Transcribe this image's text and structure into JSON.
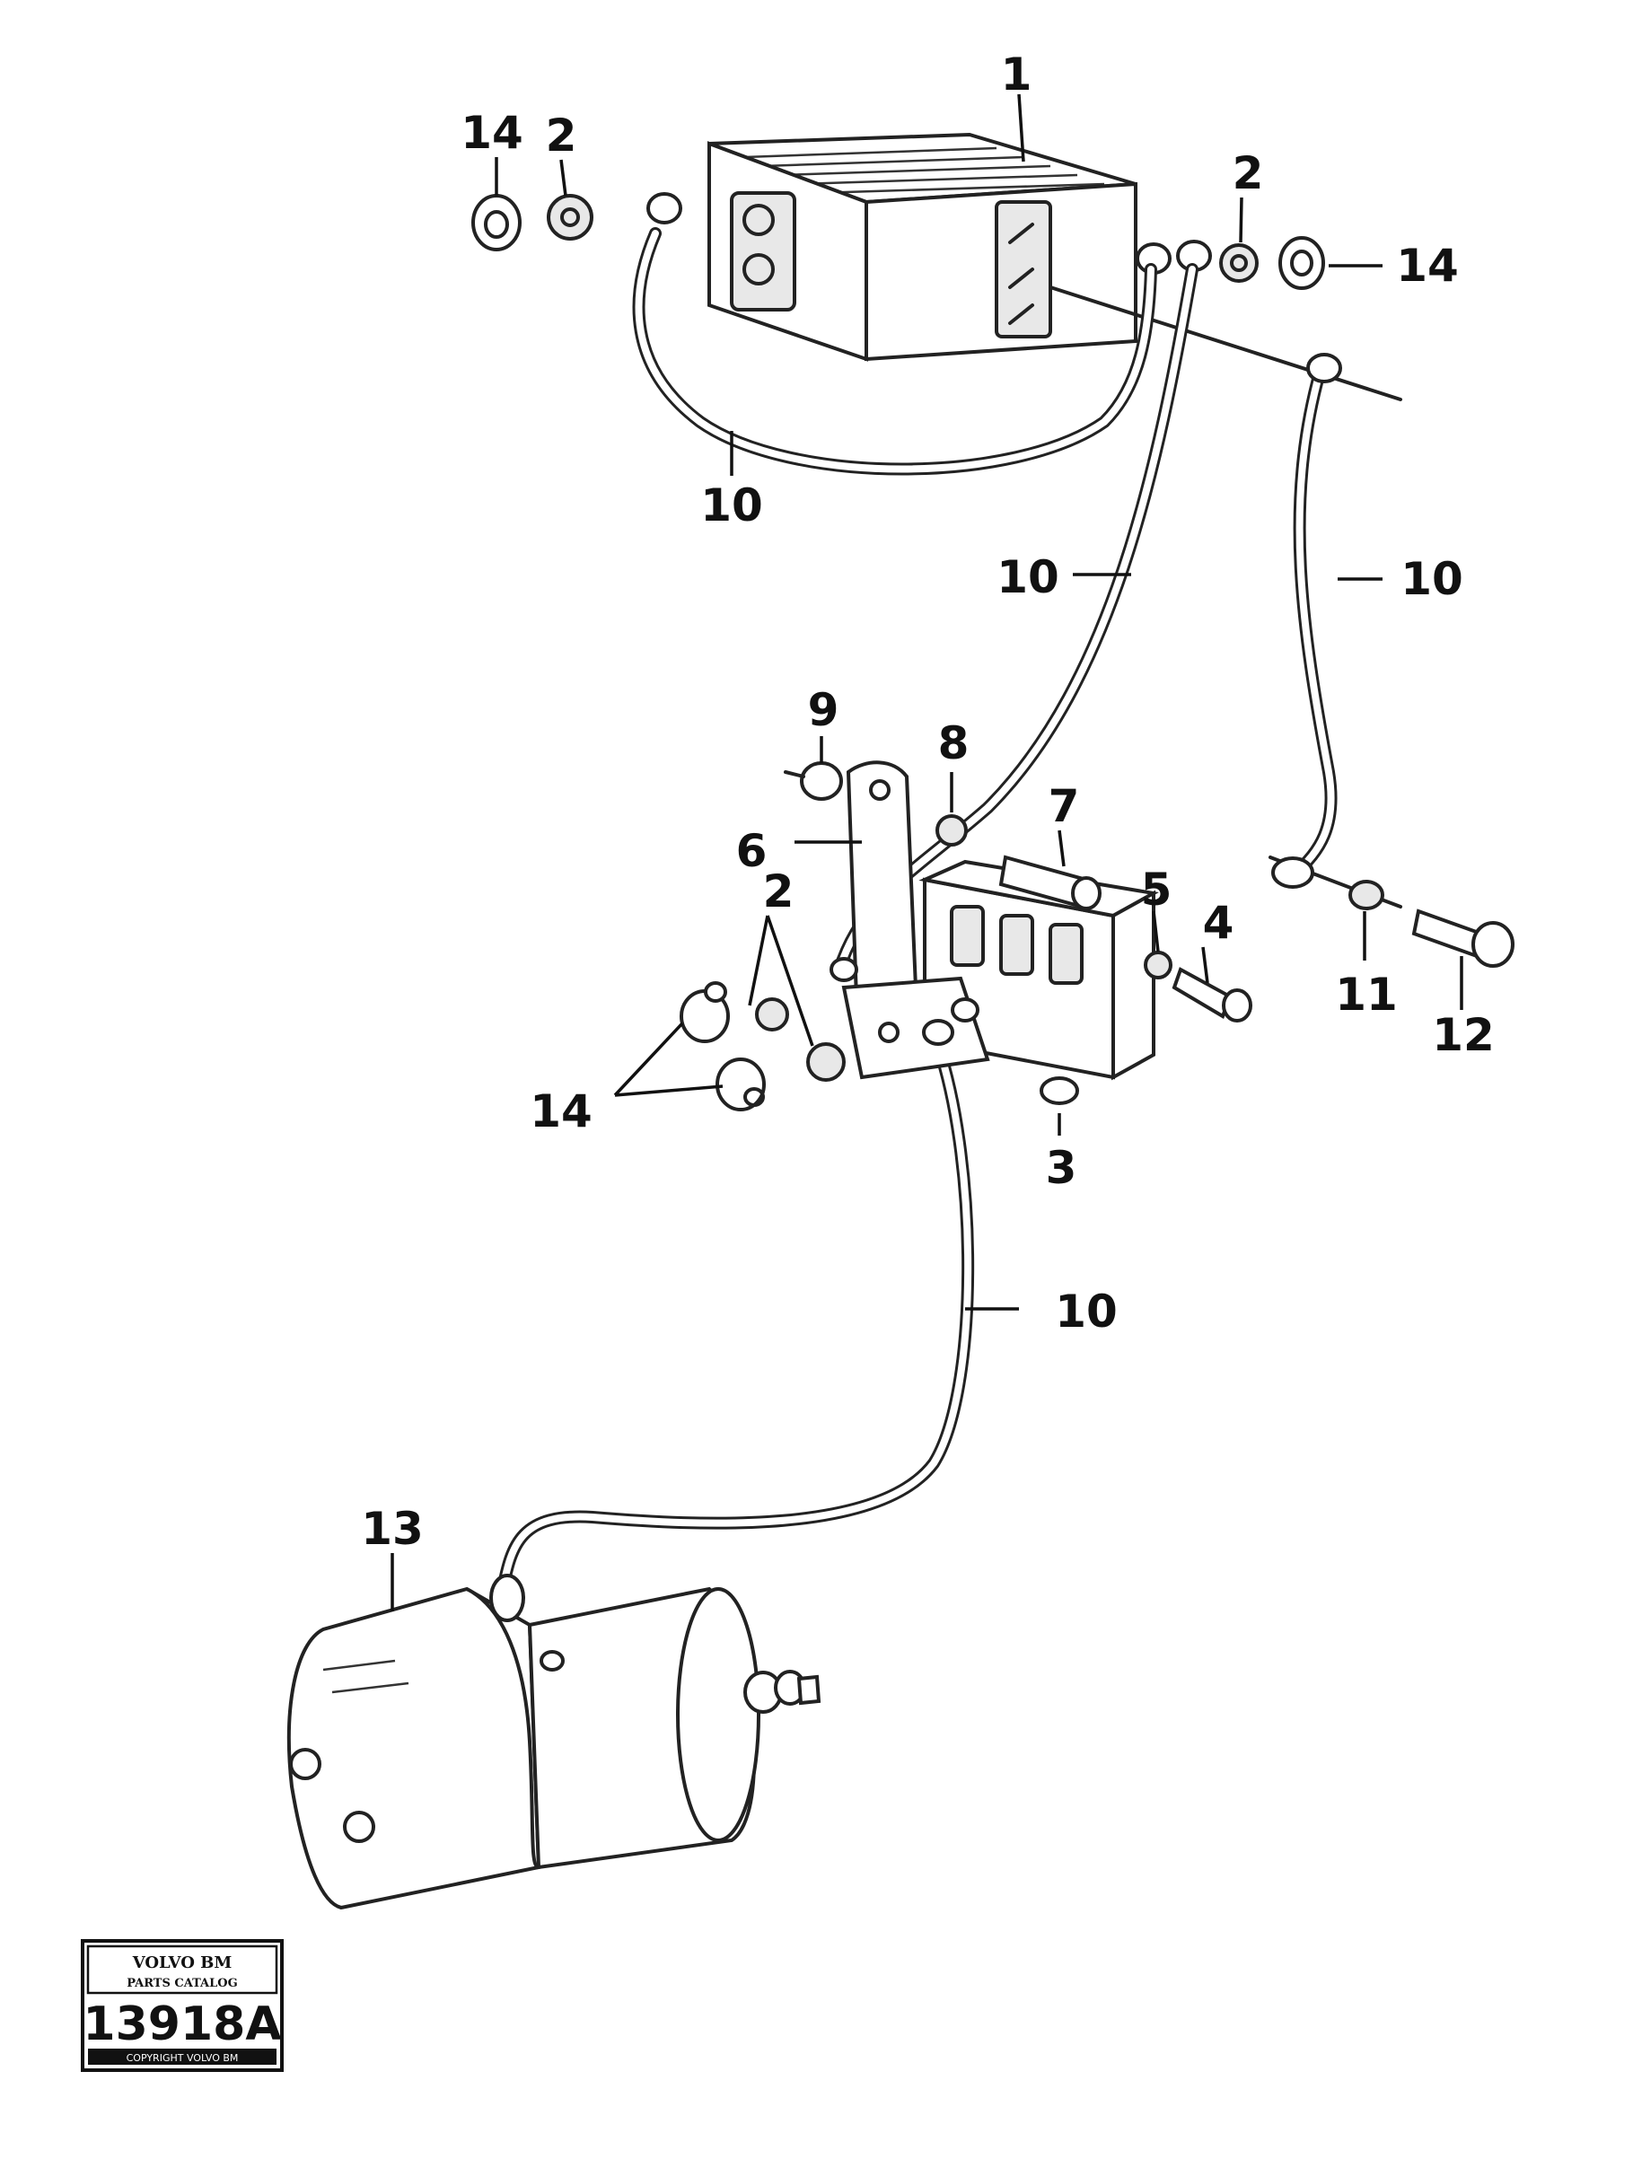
{
  "callouts": [
    {
      "id": "c1",
      "text": "1"
    },
    {
      "id": "c14a",
      "text": "14"
    },
    {
      "id": "c2a",
      "text": "2"
    },
    {
      "id": "c2b",
      "text": "2"
    },
    {
      "id": "c14b",
      "text": "14"
    },
    {
      "id": "c10a",
      "text": "10"
    },
    {
      "id": "c10b",
      "text": "10"
    },
    {
      "id": "c10c",
      "text": "10"
    },
    {
      "id": "c9",
      "text": "9"
    },
    {
      "id": "c8",
      "text": "8"
    },
    {
      "id": "c7",
      "text": "7"
    },
    {
      "id": "c6",
      "text": "6"
    },
    {
      "id": "c2c",
      "text": "2"
    },
    {
      "id": "c5",
      "text": "5"
    },
    {
      "id": "c4",
      "text": "4"
    },
    {
      "id": "c11",
      "text": "11"
    },
    {
      "id": "c12",
      "text": "12"
    },
    {
      "id": "c14c",
      "text": "14"
    },
    {
      "id": "c3",
      "text": "3"
    },
    {
      "id": "c10d",
      "text": "10"
    },
    {
      "id": "c13",
      "text": "13"
    }
  ],
  "badge": {
    "brand": "VOLVO BM",
    "sub": "PARTS CATALOG",
    "number": "13918A",
    "footer": "COPYRIGHT VOLVO BM"
  }
}
